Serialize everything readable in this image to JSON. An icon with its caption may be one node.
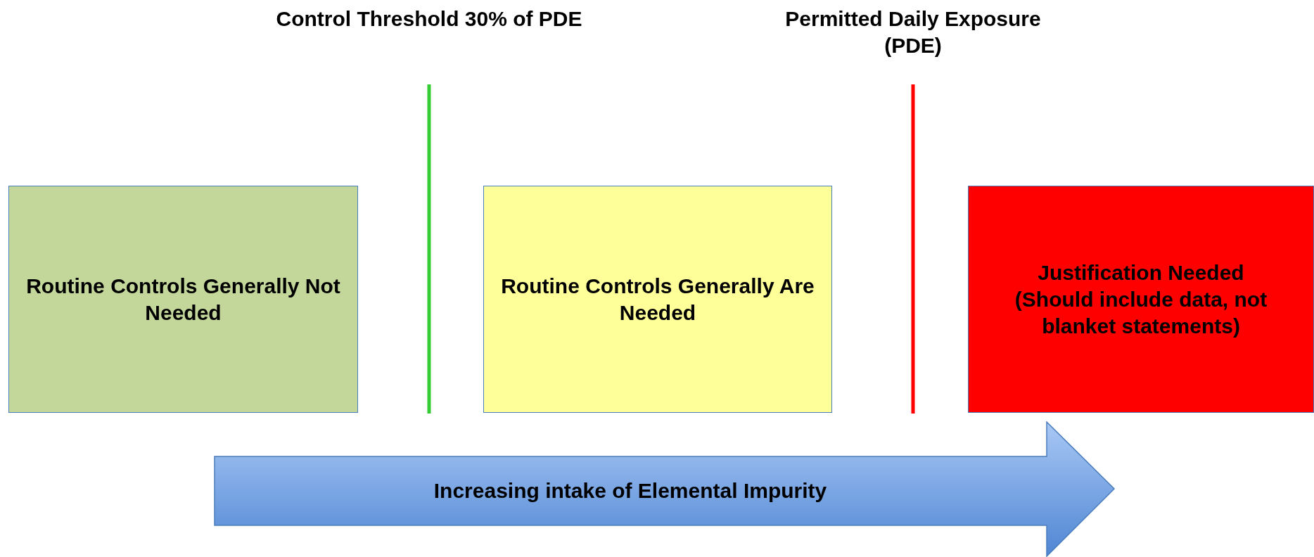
{
  "diagram": {
    "nodes": [
      {
        "text": [
          "Routine Controls Generally Not Needed"
        ]
      },
      {
        "text": [
          "Routine Controls Generally Are Needed"
        ]
      },
      {
        "text": [
          "Justification Needed (Should include data, not blanket statements)"
        ]
      },
      {
        "text": [
          "Increasing intake of Elemental Impurity"
        ]
      }
    ],
    "labels": [
      "Control Threshold 30% of PDE",
      "Permitted Daily Exposure (PDE)"
    ]
  }
}
